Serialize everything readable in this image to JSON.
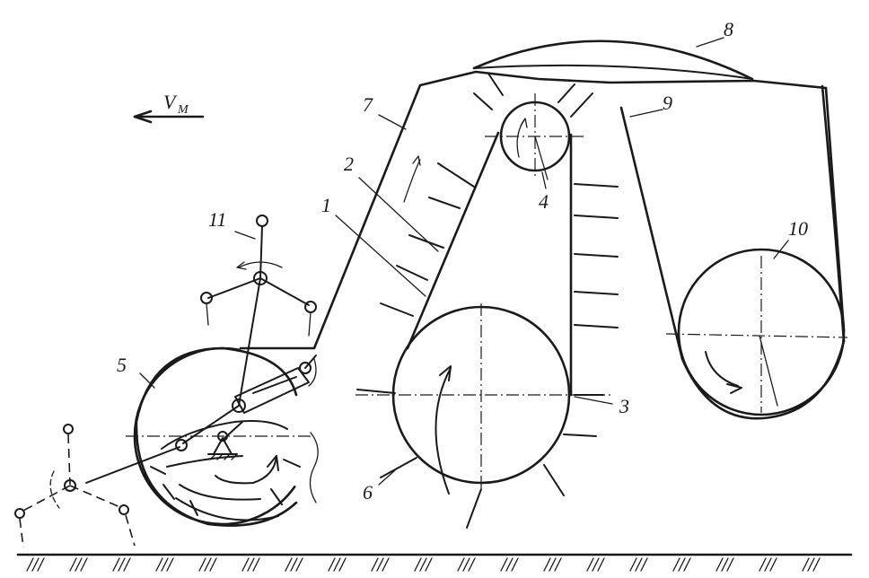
{
  "labels": {
    "l1": "1",
    "l2": "2",
    "l3": "3",
    "l4": "4",
    "l5": "5",
    "l6": "6",
    "l7": "7",
    "l8": "8",
    "l9": "9",
    "l10": "10",
    "l11": "11"
  },
  "velocity": {
    "symbol": "V",
    "subscript": "M"
  }
}
